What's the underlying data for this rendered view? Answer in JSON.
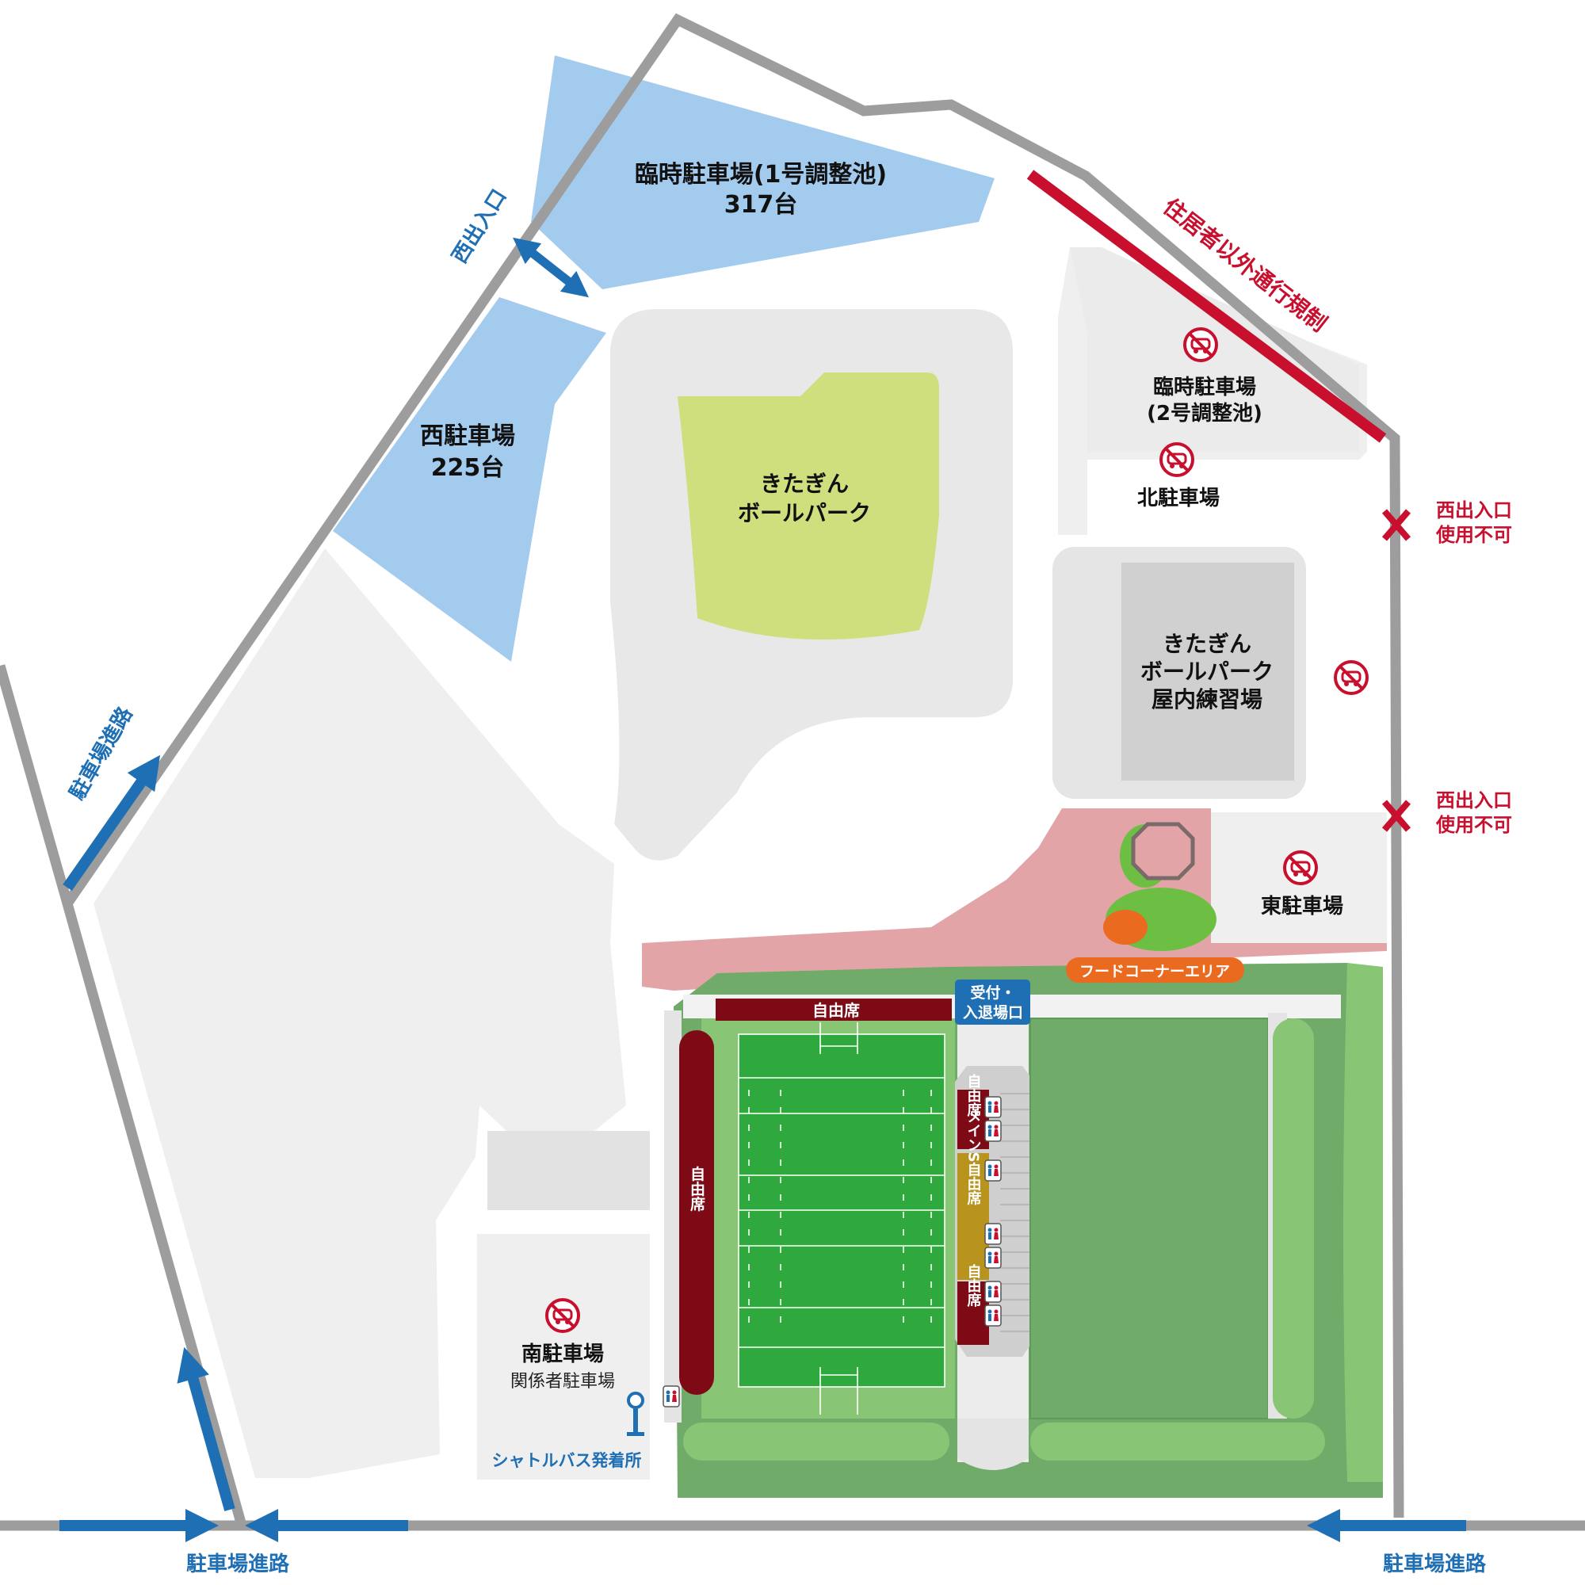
{
  "labels": {
    "temp_lot_1_name": "臨時駐車場(1号調整池)",
    "temp_lot_1_count": "317台",
    "west_lot_name": "西駐車場",
    "west_lot_count": "225台",
    "west_entrance": "西出入口",
    "resident_only": "住居者以外通行規制",
    "temp_lot_2_line1": "臨時駐車場",
    "temp_lot_2_line2": "(2号調整池)",
    "north_lot": "北駐車場",
    "stadium_line1": "きたぎん",
    "stadium_line2": "ボールパーク",
    "indoor_line1": "きたぎん",
    "indoor_line2": "ボールパーク",
    "indoor_line3": "屋内練習場",
    "closed_entrance_1_line1": "西出入口",
    "closed_entrance_1_line2": "使用不可",
    "closed_entrance_2_line1": "西出入口",
    "closed_entrance_2_line2": "使用不可",
    "east_lot": "東駐車場",
    "food_corner": "フードコーナーエリア",
    "reception_line1": "受付・",
    "reception_line2": "入退場口",
    "free_seat_top": "自由席",
    "free_seat_left": "自由席",
    "free_seat_main_top": "自由席",
    "main_s_free_seat": "メインS自由席",
    "free_seat_main_bottom": "自由席",
    "south_lot": "南駐車場",
    "staff_lot": "関係者駐車場",
    "shuttle_bus": "シャトルバス発着所",
    "parking_route_left": "駐車場進路",
    "parking_route_bottom": "駐車場進路",
    "parking_route_bottom_right": "駐車場進路"
  },
  "colors": {
    "parking_blue": "#a3cbee",
    "road_gray": "#9d9d9d",
    "restriction_red": "#c8102e",
    "stadium_field": "#cfdf7e",
    "pitch_green": "#2fa83d",
    "seat_maroon": "#7d0a14",
    "seat_gold": "#b8941e",
    "food_pink": "#e2a4a6",
    "arrow_blue": "#1f6fb5",
    "food_orange": "#ea6a20"
  },
  "icons": [
    "no-parking-icon",
    "closed-x-icon",
    "restroom-icon",
    "bus-stop-icon",
    "arrow-icon"
  ]
}
